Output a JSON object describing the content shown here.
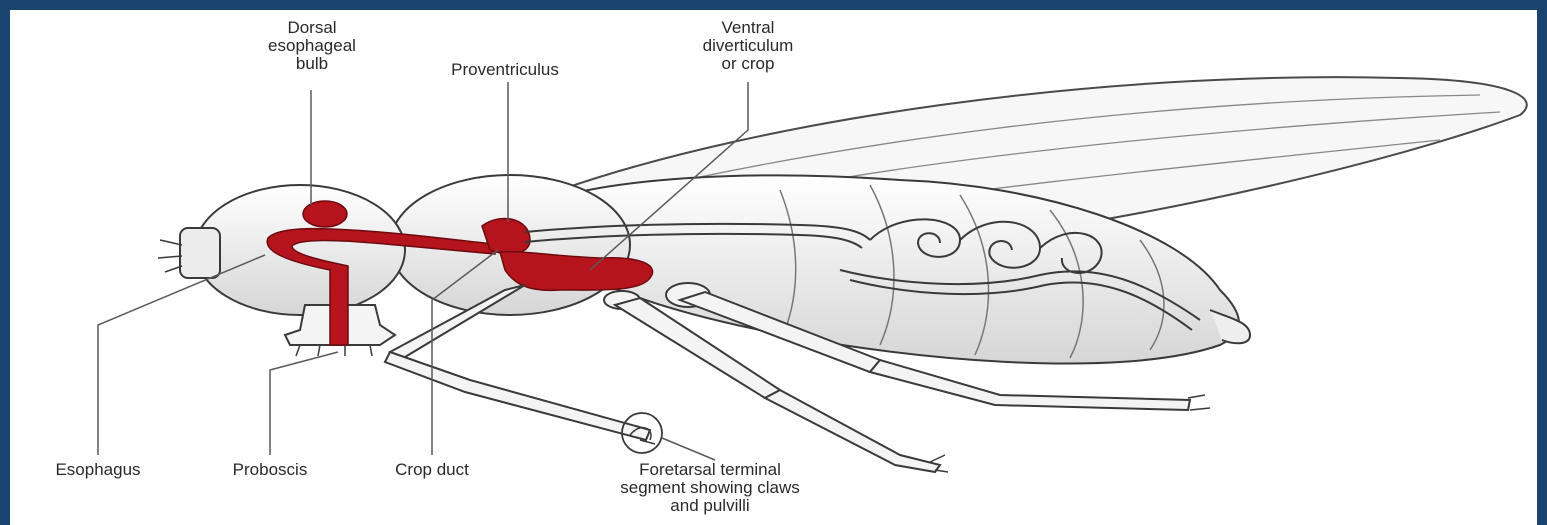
{
  "labels": {
    "dorsal_bulb": [
      "Dorsal",
      "esophageal",
      "bulb"
    ],
    "proventriculus": [
      "Proventriculus"
    ],
    "ventral_diverticulum": [
      "Ventral",
      "diverticulum",
      "or crop"
    ],
    "esophagus": [
      "Esophagus"
    ],
    "proboscis": [
      "Proboscis"
    ],
    "crop_duct": [
      "Crop duct"
    ],
    "foretarsal": [
      "Foretarsal terminal",
      "segment showing claws",
      "and pulvilli"
    ]
  },
  "colors": {
    "digestive_tract": "#b5141d",
    "outline": "#3a3a3a",
    "body_fill": "#f2f2f2",
    "frame": "#1a4470"
  }
}
